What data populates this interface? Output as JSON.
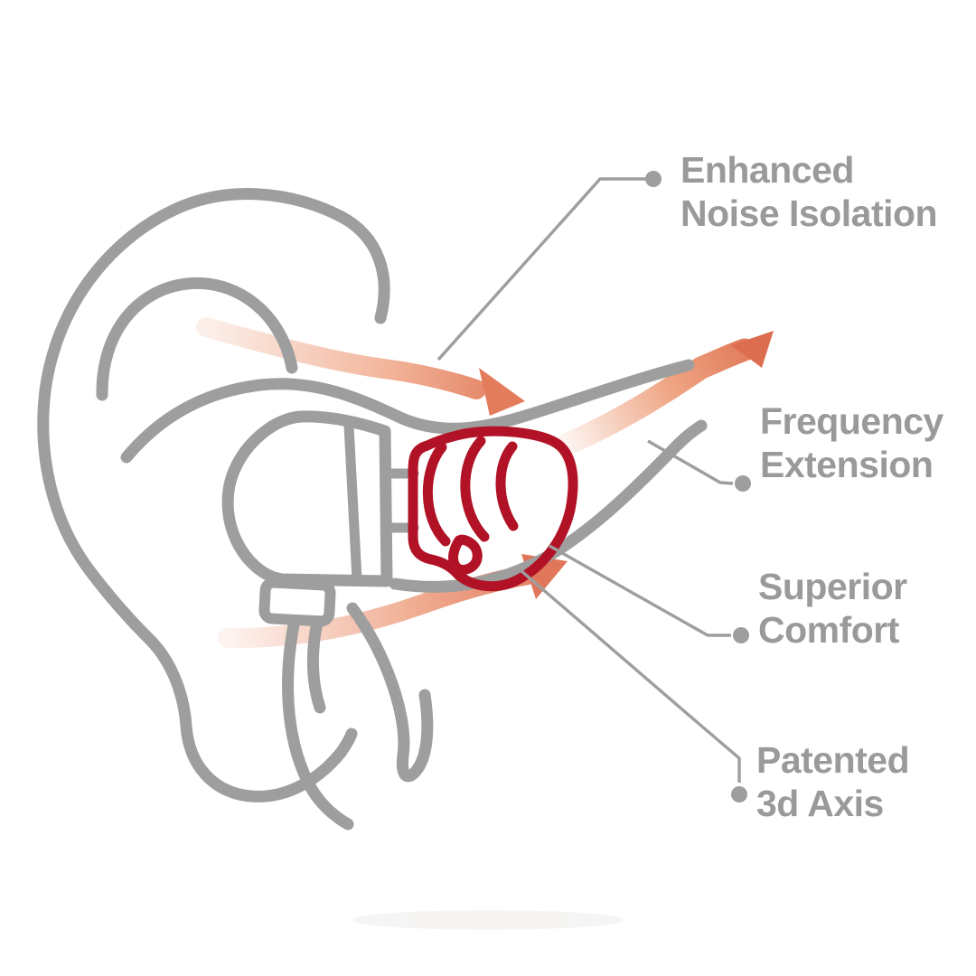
{
  "illustration": {
    "subject": "in-ear earphone shown inside a gray outlined ear with airflow arrows",
    "parts": [
      "ear-outline",
      "earbud-shell",
      "red-ear-tip",
      "sound-flow-arrows",
      "callout-leader-lines"
    ]
  },
  "colors": {
    "line-gray": "#9e9e9e",
    "text-gray": "#9a9a9a",
    "tip-red": "#b11226",
    "arrow-orange": "#dd6f50",
    "bg": "#ffffff"
  },
  "labels": {
    "enhanced": {
      "line1": "Enhanced",
      "line2": "Noise Isolation"
    },
    "frequency": {
      "line1": "Frequency",
      "line2": "Extension"
    },
    "superior": {
      "line1": "Superior",
      "line2": "Comfort"
    },
    "patented": {
      "line1": "Patented",
      "line2": "3d Axis"
    }
  }
}
